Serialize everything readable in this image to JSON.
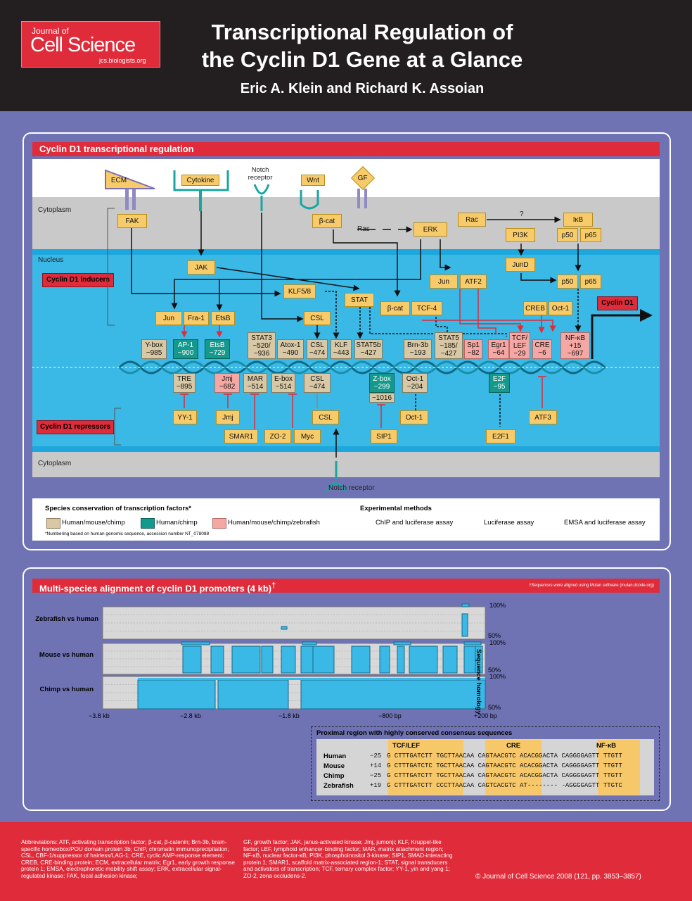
{
  "header": {
    "logo_line1": "Journal of",
    "logo_line2": "Cell Science",
    "logo_url": "jcs.biologists.org",
    "title_line1": "Transcriptional Regulation of",
    "title_line2": "the Cyclin D1 Gene at a Glance",
    "authors": "Eric A. Klein and Richard K. Assoian"
  },
  "panel1": {
    "title": "Cyclin D1 transcriptional regulation",
    "cytoplasm_top": "Cytoplasm",
    "nucleus": "Nucleus",
    "cytoplasm_bottom": "Cytoplasm",
    "inducers": "Cyclin D1 inducers",
    "repressors": "Cyclin D1 repressors",
    "cyclin_d1": "Cyclin D1",
    "notch_receptor_top": "Notch receptor",
    "notch_receptor_bottom": "Notch receptor",
    "question": "?",
    "ras": "Ras"
  },
  "receptors": {
    "ecm": "ECM",
    "cytokine": "Cytokine",
    "wnt": "Wnt",
    "gf": "GF"
  },
  "signal_boxes": {
    "fak": "FAK",
    "bcat1": "β-cat",
    "erk": "ERK",
    "rac": "Rac",
    "ikb": "IκB",
    "pi3k": "PI3K",
    "p50a": "p50",
    "p65a": "p65",
    "jak": "JAK",
    "jund": "JunD",
    "klf58": "KLF5/8",
    "stat": "STAT",
    "jun_atf": "Jun",
    "atf2": "ATF2",
    "p50b": "p50",
    "p65b": "p65",
    "bcat2": "β-cat",
    "tcf4": "TCF-4",
    "creb": "CREB",
    "oct1a": "Oct-1",
    "jun2": "Jun",
    "fra1": "Fra-1",
    "etsb": "EtsB",
    "csl1": "CSL"
  },
  "sites_top": [
    {
      "l1": "Y-box",
      "l2": "−985",
      "c": "tan"
    },
    {
      "l1": "AP-1",
      "l2": "−900",
      "c": "teal"
    },
    {
      "l1": "EtsB",
      "l2": "−729",
      "c": "teal"
    },
    {
      "l1": "STAT3",
      "l2": "−520/",
      "l3": "−936",
      "c": "tan"
    },
    {
      "l1": "Atox-1",
      "l2": "−490",
      "c": "tan"
    },
    {
      "l1": "CSL",
      "l2": "−474",
      "c": "tan"
    },
    {
      "l1": "KLF",
      "l2": "−443",
      "c": "tan"
    },
    {
      "l1": "STAT5b",
      "l2": "−427",
      "c": "tan"
    },
    {
      "l1": "Brn-3b",
      "l2": "−193",
      "c": "tan"
    },
    {
      "l1": "STAT5",
      "l2": "−185/",
      "l3": "−427",
      "c": "tan"
    },
    {
      "l1": "Sp1",
      "l2": "−82",
      "c": "pink"
    },
    {
      "l1": "Egr1",
      "l2": "−64",
      "c": "pink"
    },
    {
      "l1": "TCF/",
      "l2": "LEF",
      "l3": "−29",
      "c": "pink"
    },
    {
      "l1": "CRE",
      "l2": "−6",
      "c": "pink"
    },
    {
      "l1": "NF-κB",
      "l2": "+15",
      "l3": "−697",
      "c": "pink"
    }
  ],
  "sites_bottom": [
    {
      "l1": "TRE",
      "l2": "−895",
      "c": "tan"
    },
    {
      "l1": "Jmj",
      "l2": "−682",
      "c": "pink"
    },
    {
      "l1": "MAR",
      "l2": "−514",
      "c": "tan"
    },
    {
      "l1": "E-box",
      "l2": "−514",
      "c": "tan"
    },
    {
      "l1": "CSL",
      "l2": "−474",
      "c": "tan"
    },
    {
      "l1": "Z-box",
      "l2": "−299",
      "l3": "−1016",
      "c": "teal"
    },
    {
      "l1": "Oct-1",
      "l2": "−204",
      "c": "tan"
    },
    {
      "l1": "E2F",
      "l2": "−95",
      "c": "teal"
    }
  ],
  "repressors": {
    "yy1": "YY-1",
    "jmj": "Jmj",
    "smar1": "SMAR1",
    "zo2": "ZO-2",
    "myc": "Myc",
    "csl": "CSL",
    "sip1": "SIP1",
    "oct1": "Oct-1",
    "e2f1": "E2F1",
    "atf3": "ATF3"
  },
  "legend": {
    "species_title": "Species conservation of transcription factors*",
    "hmc": "Human/mouse/chimp",
    "hc": "Human/chimp",
    "hmcz": "Human/mouse/chimp/zebrafish",
    "footnote": "*Numbering based on human genomic sequence, accession number NT_078088",
    "methods_title": "Experimental methods",
    "chip": "ChIP and luciferase assay",
    "luc": "Luciferase assay",
    "emsa": "EMSA and luciferase assay"
  },
  "panel2": {
    "title": "Multi-species alignment of cyclin D1 promoters (4 kb)",
    "dagger": "†",
    "note": "†Sequences were aligned using Mulan software (mulan.dcode.org)",
    "rows": [
      "Zebrafish vs human",
      "Mouse vs human",
      "Chimp vs human"
    ],
    "y_top": "100%",
    "y_bottom": "50%",
    "ylabel": "Sequence homology",
    "xticks": [
      "−3.8 kb",
      "−2.8 kb",
      "−1.8 kb",
      "−800 bp",
      "+200 bp"
    ]
  },
  "proximal": {
    "title": "Proximal region with highly conserved consensus sequences",
    "cols": [
      "TCF/LEF",
      "CRE",
      "NF-κB"
    ],
    "rows": [
      {
        "name": "Human",
        "pos": "−25",
        "seq": "G CTTTGATCTT TGCTTAACAA CAGTAACGTC ACACGGACTA CAGGGGAGTT TTGTT"
      },
      {
        "name": "Mouse",
        "pos": "+14",
        "seq": "G CTTTGATCTC TGCTTAACAA CAGTAACGTC ACACGGACTA CAGGGGAGTT TTGTT"
      },
      {
        "name": "Chimp",
        "pos": "−25",
        "seq": "G CTTTGATCTT TGCTTAACAA CAGTAACGTC ACACGGACTA CAGGGGAGTT TTGTT"
      },
      {
        "name": "Zebrafish",
        "pos": "+19",
        "seq": "G CTTTGATCTT CCCTTAACAA CAGTCACGTC AT-------- -AGGGGAGTT TTGTC"
      }
    ]
  },
  "footer": {
    "abbr_col1": "Abbreviations: ATF, activating transcription factor; β-cat, β-catenin; Brn-3b, brain-specific homeobox/POU domain protein 3b; ChIP, chromatin immunoprecipitation; CSL, CBF-1/suppressor of hairless/LAG-1; CRE, cyclic AMP-response element; CREB, CRE-binding protein; ECM, extracellular matrix; Egr1, early growth response protein 1; EMSA, electrophoretic mobility shift assay; ERK, extracellular signal-regulated kinase; FAK, focal adhesion kinase;",
    "abbr_col2": "GF, growth factor; JAK, janus-activated kinase; Jmj, jumonji; KLF, Kruppel-like factor; LEF, lymphoid enhancer-binding factor; MAR, matrix attachment region; NF-κB, nuclear factor-κB; PI3K, phosphoinositol 3-kinase; SIP1, SMAD-interacting protein 1; SMAR1, scaffold matrix-associated region-1; STAT, signal transducers and activators of transcription; TCF, ternary complex factor; YY-1, yin and yang 1; ZO-2, zona occludens-2.",
    "copyright": "© Journal of Cell Science 2008 (121, pp. 3853–3857)"
  },
  "colors": {
    "red": "#e02b3a",
    "tan": "#d8c8a5",
    "teal": "#139a8c",
    "pink": "#f4a7a3",
    "gold": "#f7cb6a",
    "nucleus": "#3ab8e6",
    "cytoplasm": "#c9c9c9"
  }
}
